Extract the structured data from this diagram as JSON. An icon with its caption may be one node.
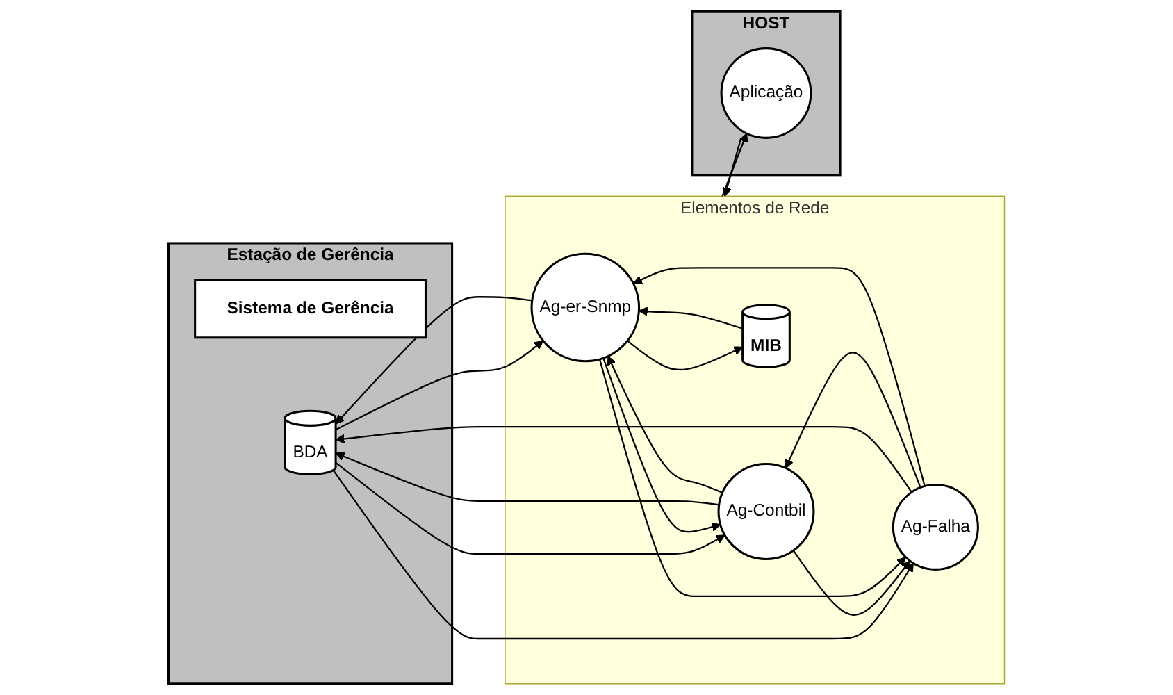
{
  "diagram": {
    "nodes": [
      {
        "text": [
          "Estação de Gerência"
        ]
      },
      {
        "text": [
          "Sistema de Gerência"
        ],
        "in": 0
      },
      {
        "text": [
          "BDA"
        ],
        "in": 0
      },
      {
        "text": [
          "Elementos de Rede"
        ]
      },
      {
        "text": [
          "Ag-er-Snmp"
        ],
        "in": 3
      },
      {
        "text": [
          "Ag-Contbil"
        ],
        "in": 3
      },
      {
        "text": [
          "Ag-Falha"
        ],
        "in": 3
      },
      {
        "text": [
          "MIB"
        ],
        "in": 3
      },
      {
        "text": [
          "HOST"
        ]
      },
      {
        "text": [
          "Aplicação"
        ],
        "in": 8
      }
    ],
    "edges": [
      {
        "from": 2,
        "to": 4,
        "arrow": "to"
      },
      {
        "from": 4,
        "to": 2,
        "arrow": "to"
      },
      {
        "from": 2,
        "to": 5,
        "arrow": "to"
      },
      {
        "from": 5,
        "to": 2,
        "arrow": "to"
      },
      {
        "from": 4,
        "to": 5,
        "arrow": "to"
      },
      {
        "from": 5,
        "to": 4,
        "arrow": "to"
      },
      {
        "from": 6,
        "to": 2,
        "arrow": "to"
      },
      {
        "from": 2,
        "to": 6,
        "arrow": "to"
      },
      {
        "from": 6,
        "to": 5,
        "arrow": "to"
      },
      {
        "from": 5,
        "to": 6,
        "arrow": "to"
      },
      {
        "from": 4,
        "to": 6,
        "arrow": "to"
      },
      {
        "from": 6,
        "to": 4,
        "arrow": "to"
      },
      {
        "from": 4,
        "to": 7,
        "arrow": "to"
      },
      {
        "from": 7,
        "to": 4,
        "arrow": "to"
      },
      {
        "from": 3,
        "to": 9,
        "arrow": "to"
      },
      {
        "from": 9,
        "to": 3,
        "arrow": "to"
      }
    ]
  }
}
